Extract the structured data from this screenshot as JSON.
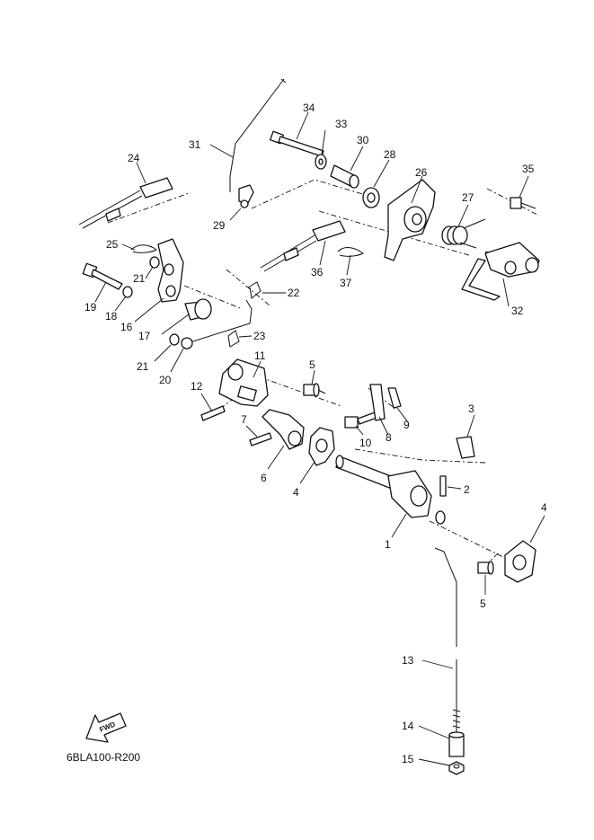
{
  "diagram": {
    "drawing_code": "6BLA100-R200",
    "direction_label": "FWD",
    "callouts": [
      "1",
      "2",
      "3",
      "4",
      "4",
      "5",
      "5",
      "6",
      "7",
      "8",
      "9",
      "10",
      "11",
      "12",
      "13",
      "14",
      "15",
      "16",
      "17",
      "18",
      "19",
      "20",
      "21",
      "21",
      "22",
      "23",
      "24",
      "25",
      "26",
      "27",
      "28",
      "29",
      "30",
      "31",
      "32",
      "33",
      "34",
      "35",
      "36",
      "37"
    ]
  }
}
